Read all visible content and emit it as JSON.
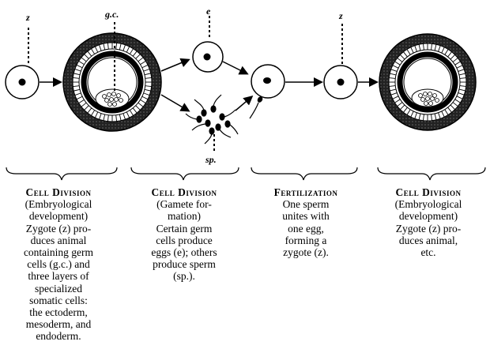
{
  "labels": {
    "zygote_left": "z",
    "germ_cells": "g.c.",
    "egg": "e",
    "sperm": "sp.",
    "zygote_right": "z"
  },
  "columns": [
    {
      "heading": "Cell Division",
      "body": "(Embryological\ndevelopment)\nZygote (z) pro-\nduces animal\ncontaining germ\ncells (g.c.) and\nthree layers of\nspecialized\nsomatic cells:\nthe ectoderm,\nmesoderm, and\nendoderm."
    },
    {
      "heading": "Cell Division",
      "body": "(Gamete for-\nmation)\nCertain germ\ncells produce\neggs (e); others\nproduce sperm\n(sp.)."
    },
    {
      "heading": "Fertilization",
      "body": "One sperm\nunites with\none egg,\nforming a\nzygote (z)."
    },
    {
      "heading": "Cell Division",
      "body": "(Embryological\ndevelopment)\nZygote (z) pro-\nduces animal,\netc."
    }
  ]
}
